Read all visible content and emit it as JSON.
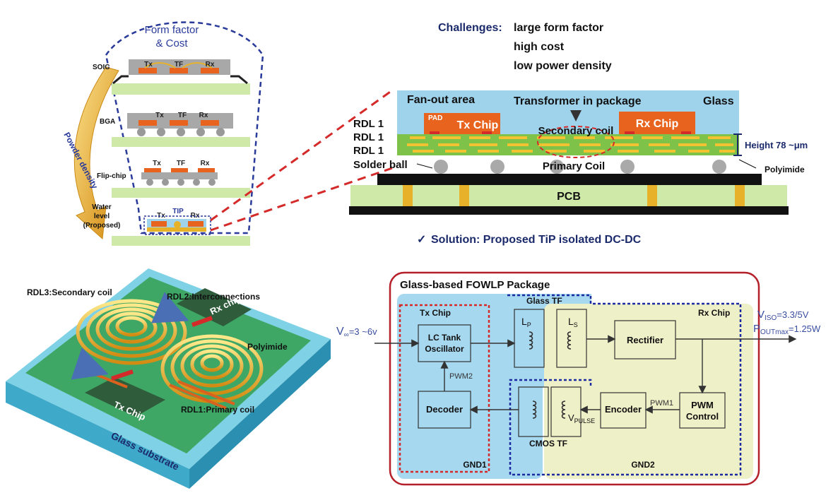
{
  "colors": {
    "navy": "#1b2a6b",
    "red": "#d42a2a",
    "pcb_green": "#cfe9a8",
    "glass_blue": "#9fd3ec",
    "chip_orange": "#e8641e",
    "gold": "#e7b22a"
  },
  "left_stack": {
    "form_factor_line1": "Form factor",
    "form_factor_line2": "& Cost",
    "power_density": "Powder density",
    "packages": [
      {
        "name": "SOIC",
        "labels": [
          "Tx",
          "TF",
          "Rx"
        ]
      },
      {
        "name": "BGA",
        "labels": [
          "Tx",
          "TF",
          "Rx"
        ]
      },
      {
        "name": "Flip-chip",
        "labels": [
          "Tx",
          "TF",
          "Rx"
        ]
      },
      {
        "name_lines": [
          "Water",
          "level",
          "(Proposed)"
        ],
        "labels": [
          "Tx",
          "TIP",
          "Rx"
        ]
      }
    ]
  },
  "challenges": {
    "title": "Challenges:",
    "items": [
      "large form factor",
      "high cost",
      "low power density"
    ]
  },
  "cross_section": {
    "fanout": "Fan-out area",
    "transformer": "Transformer in package",
    "glass": "Glass",
    "pad": "PAD",
    "tx_chip": "Tx Chip",
    "rx_chip": "Rx Chip",
    "secondary_coil": "Secondary coil",
    "primary_coil": "Primary Coil",
    "rdl": [
      "RDL 1",
      "RDL 1",
      "RDL 1"
    ],
    "solder_ball": "Solder ball",
    "height": "Height 78 ~μm",
    "polyimide": "Polyimide",
    "pcb": "PCB"
  },
  "solution": {
    "check": "✓",
    "text": "Solution: Proposed TiP isolated DC-DC"
  },
  "iso_view": {
    "rdl3": "RDL3:Secondary coil",
    "rdl2": "RDL2:Interconnections",
    "rx_chip": "Rx chip",
    "polyimide": "Polyimide",
    "tx_chip": "Tx Chip",
    "rdl1": "RDL1:Primary coil",
    "glass_substrate": "Glass substrate"
  },
  "block_diagram": {
    "package_title": "Glass-based FOWLP Package",
    "tx_chip": "Tx Chip",
    "glass_tf": "Glass TF",
    "rx_chip": "Rx Chip",
    "vin": "V",
    "vin_sub": "∞",
    "vin_val": "=3 ~6v",
    "vout_line1_a": "V",
    "vout_line1_sub": "ISO",
    "vout_line1_b": "=3.3/5V",
    "vout_line2_a": "P",
    "vout_line2_sub": "OUTmax",
    "vout_line2_b": "=1.25W",
    "lc_tank_line1": "LC Tank",
    "lc_tank_line2": "Oscillator",
    "lp": "L",
    "lp_sub": "P",
    "ls": "L",
    "ls_sub": "S",
    "rectifier": "Rectifier",
    "pwm2": "PWM2",
    "pwm1": "PWM1",
    "decoder": "Decoder",
    "encoder": "Encoder",
    "pwm_control_line1": "PWM",
    "pwm_control_line2": "Control",
    "vpulse": "V",
    "vpulse_sub": "PULSE",
    "cmos_tf": "CMOS TF",
    "gnd1": "GND1",
    "gnd2": "GND2"
  }
}
